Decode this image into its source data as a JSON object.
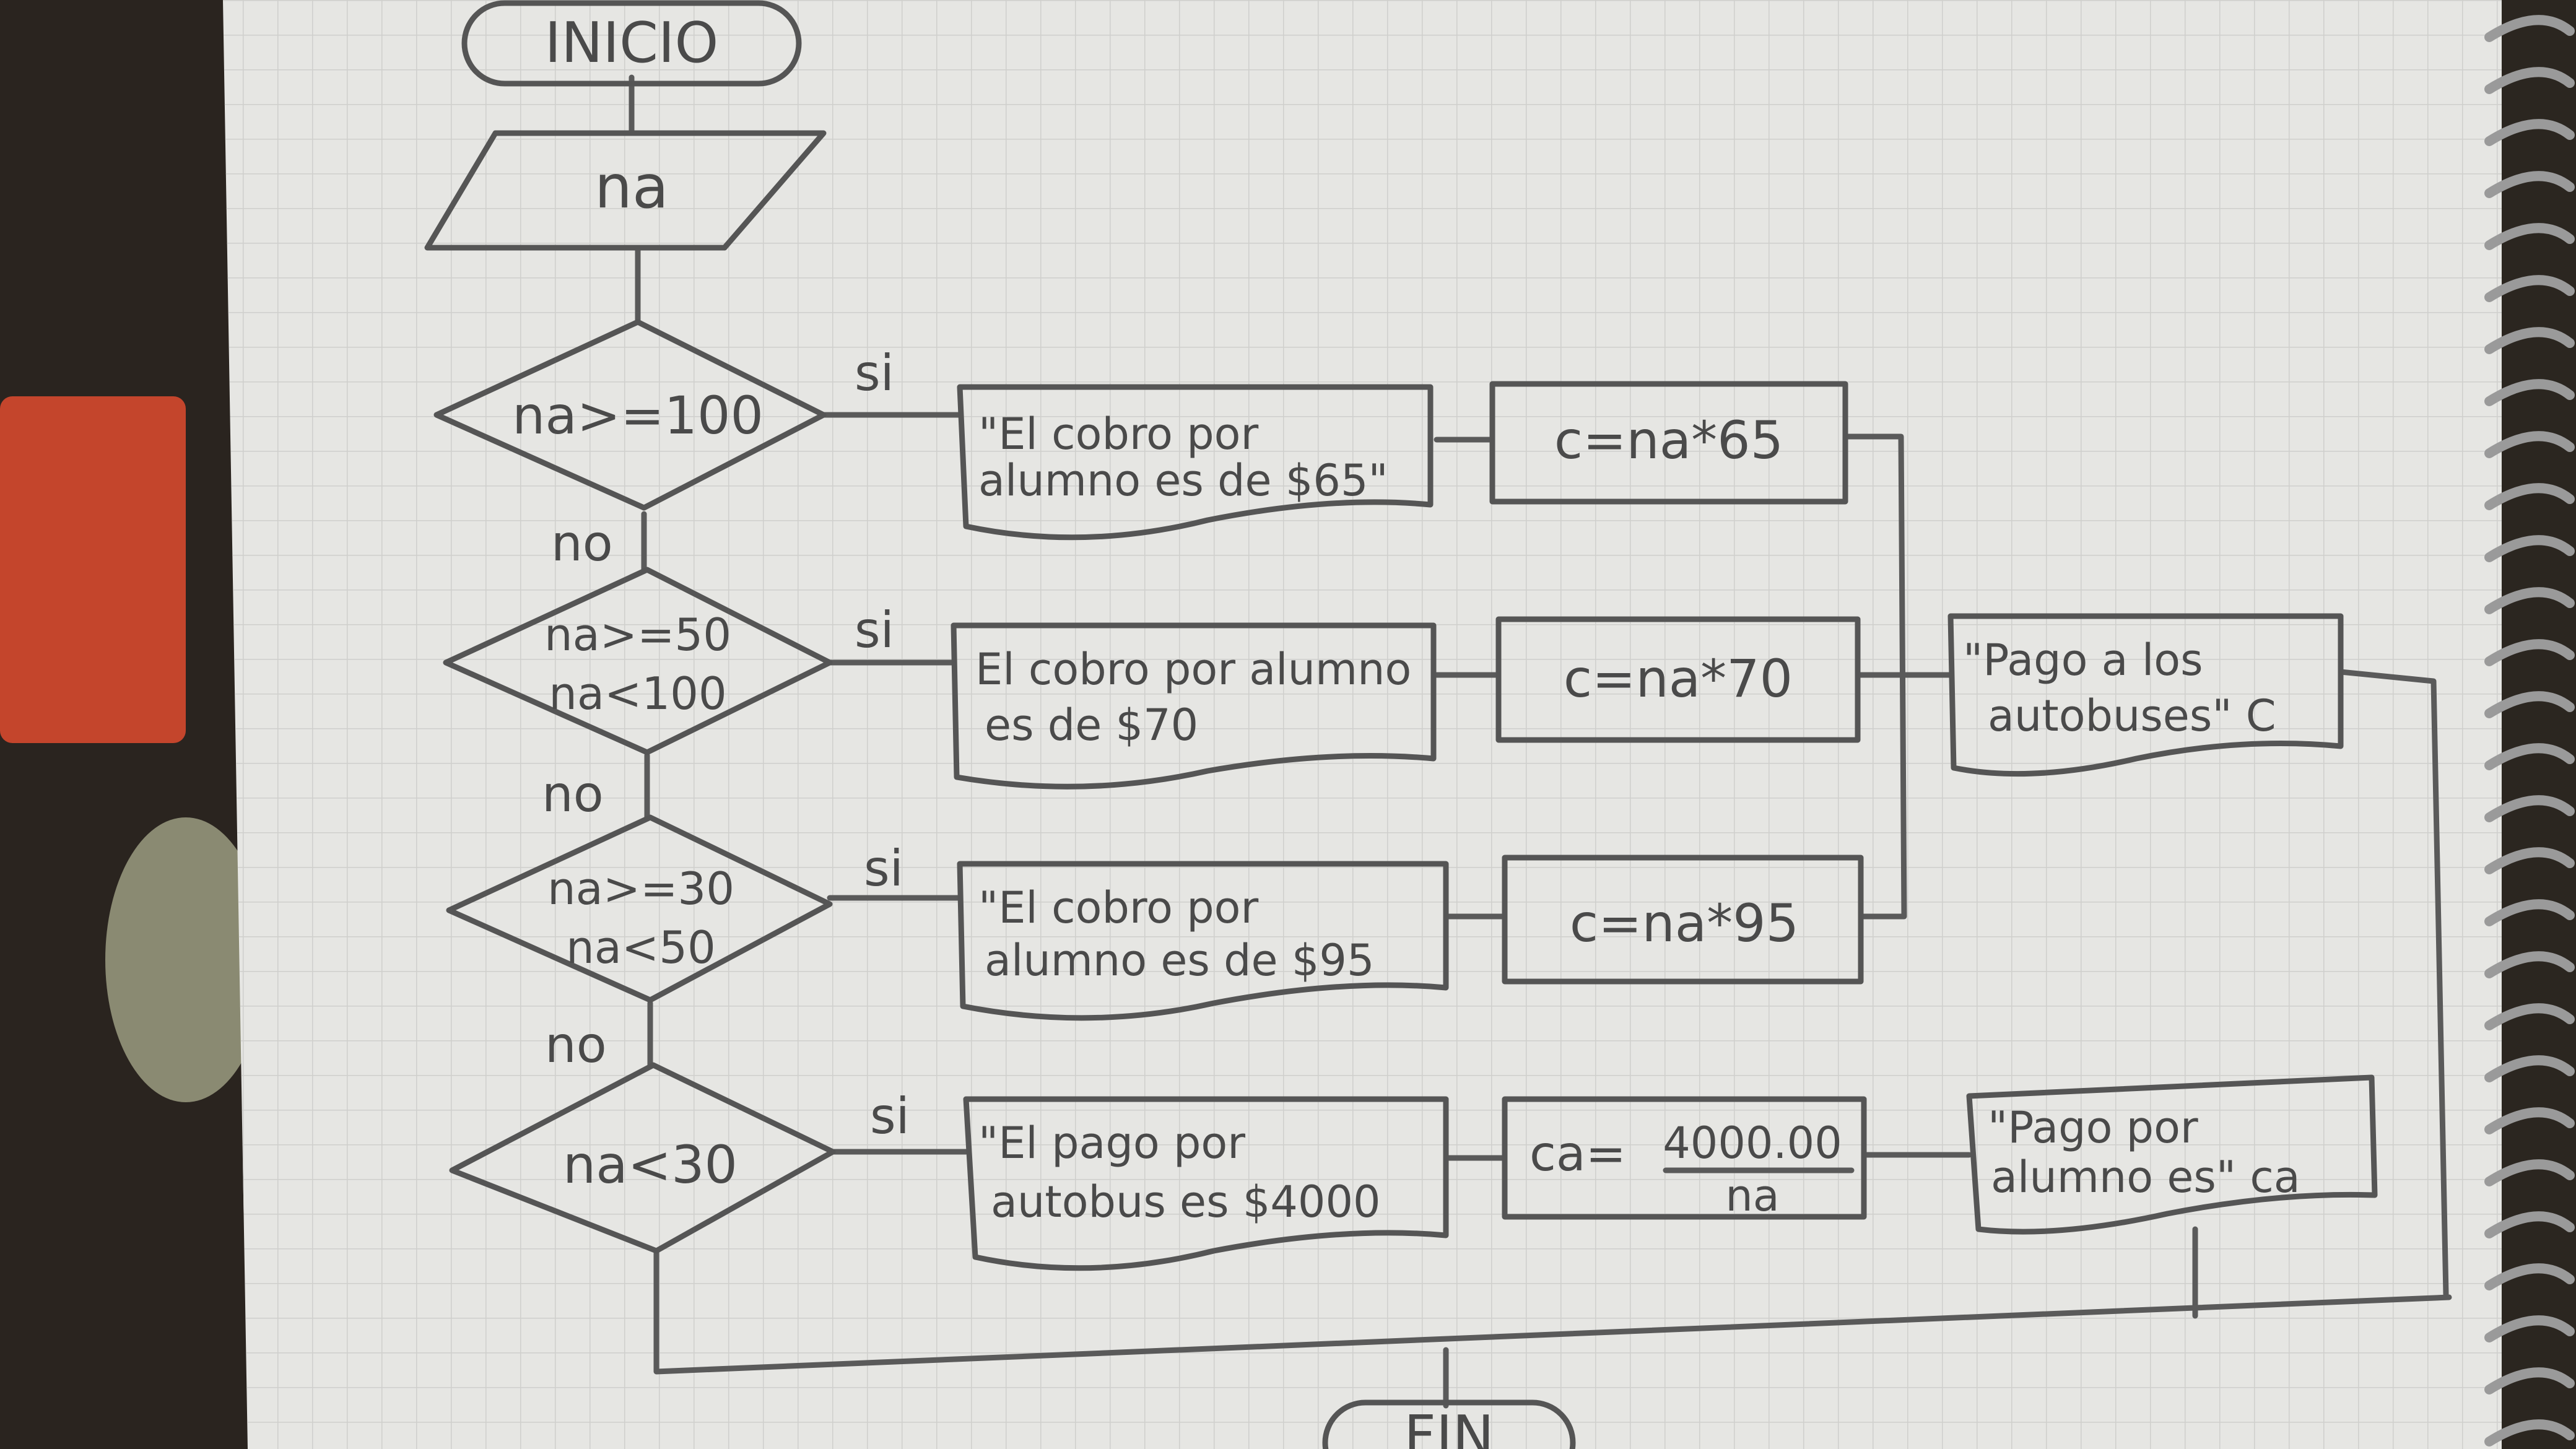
{
  "nodes": {
    "start": "INICIO",
    "input": "na",
    "cond1": "na>=100",
    "cond2_a": "na>=50",
    "cond2_b": "na<100",
    "cond3_a": "na>=30",
    "cond3_b": "na<50",
    "cond4": "na<30",
    "out1_a": "\"El cobro por",
    "out1_b": "alumno es de $65\"",
    "out2_a": "El cobro por alumno",
    "out2_b": "es de $70",
    "out3_a": "\"El cobro por",
    "out3_b": "alumno es de $95",
    "out4_a": "\"El pago por",
    "out4_b": "autobus es $4000",
    "proc1": "c=na*65",
    "proc2": "c=na*70",
    "proc3": "c=na*95",
    "proc4_lhs": "ca=",
    "proc4_num": "4000.00",
    "proc4_den": "na",
    "outc_a": "\"Pago a los",
    "outc_b": "autobuses\" C",
    "outca_a": "\"Pago por",
    "outca_b": "alumno es\" ca",
    "end": "FIN"
  },
  "labels": {
    "yes": "si",
    "no": "no"
  },
  "colors": {
    "paper": "#e9e9e6",
    "grid": "#c9c9c6",
    "ink": "#555555",
    "binding": "#8a8a8a",
    "background": "#2a241f"
  }
}
